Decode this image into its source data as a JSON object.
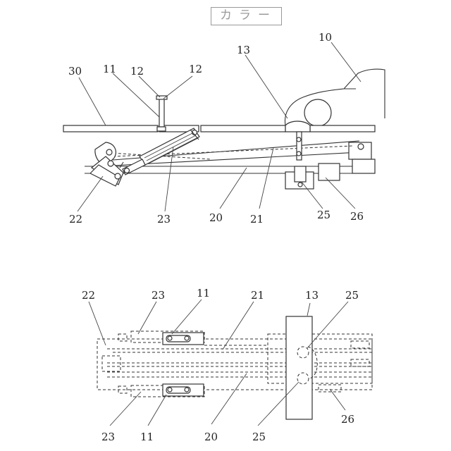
{
  "header": {
    "title": "カラー"
  },
  "top_figure": {
    "labels": {
      "l30": "30",
      "l11": "11",
      "l12a": "12",
      "l12b": "12",
      "l13": "13",
      "l10": "10",
      "l22": "22",
      "l23": "23",
      "l20": "20",
      "l21": "21",
      "l25": "25",
      "l26": "26"
    }
  },
  "bottom_figure": {
    "labels": {
      "l22": "22",
      "l23a": "23",
      "l11a": "11",
      "l21": "21",
      "l13": "13",
      "l25a": "25",
      "l23b": "23",
      "l11b": "11",
      "l20": "20",
      "l25b": "25",
      "l26": "26"
    }
  }
}
